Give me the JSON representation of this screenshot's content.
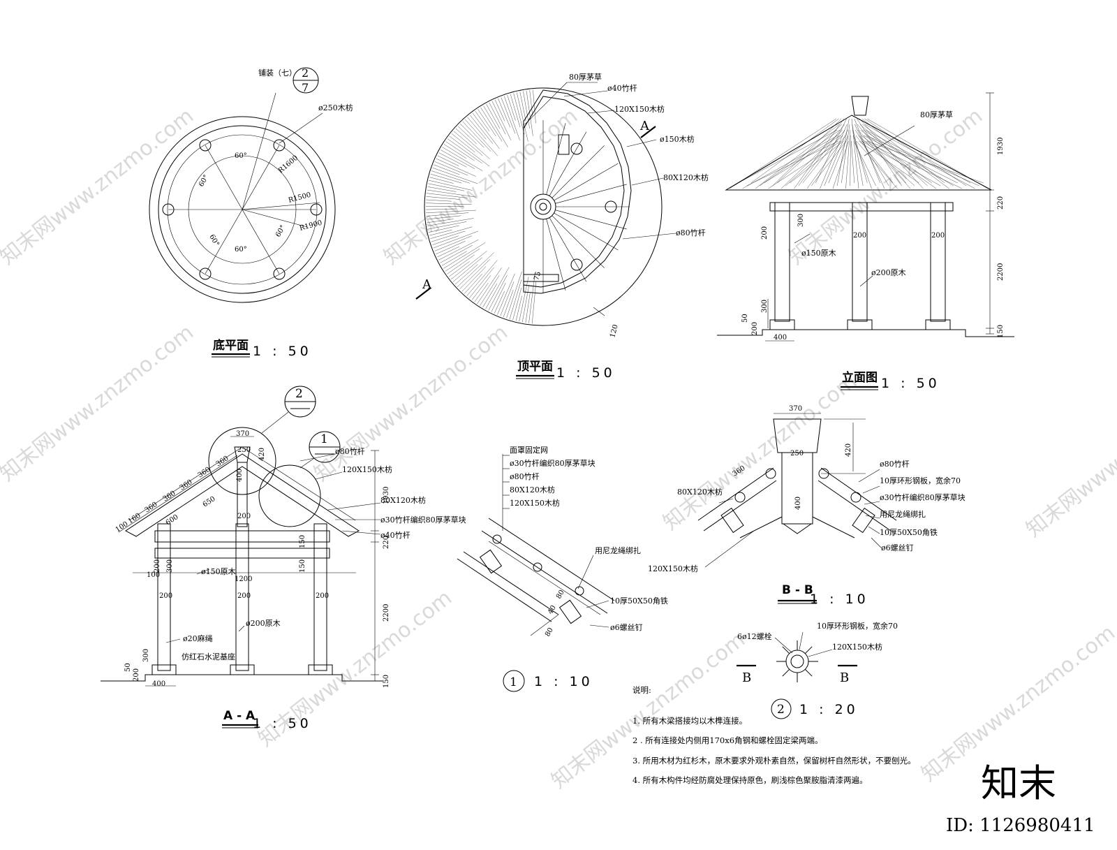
{
  "titles": {
    "base_plan": "底平面",
    "top_plan": "顶平面",
    "elevation": "立面图",
    "section_aa": "A - A",
    "section_bb": "B - B"
  },
  "scales": {
    "base_plan": "1 : 50",
    "top_plan": "1 : 50",
    "elevation": "1 : 50",
    "section_aa": "1 : 50",
    "detail_1": "1 : 10",
    "section_bb": "1 : 10",
    "detail_2": "1 : 20"
  },
  "detail_markers": {
    "one": "1",
    "two": "2",
    "seven": "7"
  },
  "base_plan": {
    "pave_label": "铺装（七）",
    "post_label": "ø250木枋",
    "r1600": "R1600",
    "r1500": "R1500",
    "r1900": "R1900",
    "angle": "60°"
  },
  "top_plan": {
    "thatch": "80厚茅草",
    "bamboo40": "ø40竹杆",
    "beam120x150": "120X150木枋",
    "log150": "ø150木枋",
    "beam80x120": "80X120木枋",
    "bamboo80": "ø80竹杆",
    "dim120": "120",
    "dim75": "75",
    "cut": "A"
  },
  "elevation": {
    "thatch": "80厚茅草",
    "log150": "ø150原木",
    "log200": "ø200原木",
    "d200": "200",
    "d300": "300",
    "d50": "50",
    "d400": "400",
    "d1930": "1930",
    "d220": "220",
    "d2200": "2200",
    "d150": "150"
  },
  "section_aa": {
    "bamboo80": "ø80竹杆",
    "beam120x150": "120X150木枋",
    "beam80x120": "80X120木枋",
    "bamboo30": "ø30竹杆编织80厚茅草块",
    "bamboo40": "ø40竹杆",
    "log150": "ø150原木",
    "log200": "ø200原木",
    "rope": "ø20麻绳",
    "base": "仿红石水泥基座",
    "d370": "370",
    "d250": "250",
    "d420": "420",
    "d400": "400",
    "d360": "360",
    "d650": "650",
    "d600": "600",
    "d160": "160",
    "d100": "100",
    "d200": "200",
    "d300": "300",
    "d150": "150",
    "d50": "50",
    "d1200": "1200",
    "d1930": "1930",
    "d220": "220",
    "d2200": "2200"
  },
  "detail_1": {
    "net": "面罩固定网",
    "bamboo30": "ø30竹杆编织80厚茅草块",
    "bamboo80": "ø80竹杆",
    "beam80x120": "80X120木枋",
    "beam120x150": "120X150木枋",
    "nylon": "用尼龙绳绑扎",
    "angle_iron": "10厚50X50角铁",
    "screw": "ø6螺丝钉",
    "d40": "40",
    "d80": "80"
  },
  "section_bb": {
    "d370": "370",
    "d250": "250",
    "d420": "420",
    "d400": "400",
    "d360": "360",
    "bamboo80": "ø80竹杆",
    "ring_plate": "10厚环形钢板，宽余70",
    "bamboo30": "ø30竹杆编织80厚茅草块",
    "nylon": "用尼龙绳绑扎",
    "angle_iron": "10厚50X50角铁",
    "screw": "ø6螺丝钉",
    "beam80x120": "80X120木枋",
    "beam120x150": "120X150木枋"
  },
  "detail_2": {
    "bolt": "6ø12螺栓",
    "ring_plate": "10厚环形钢板，宽余70",
    "beam120x150": "120X150木枋",
    "cut": "B"
  },
  "notes": {
    "heading": "说明:",
    "items": [
      "1. 所有木梁搭接均以木榫连接。",
      "2 . 所有连接处内侧用170x6角钢和螺栓固定梁两端。",
      "3. 所用木材为红杉木，原木要求外观朴素自然，保留树杆自然形状，不要刨光。",
      "4. 所有木构件均经防腐处理保持原色，刷浅棕色聚胺脂清漆两遍。"
    ]
  },
  "watermark": {
    "brand": "知末",
    "id": "ID: 1126980411",
    "repeat": "知末网www.znzmo.com"
  }
}
